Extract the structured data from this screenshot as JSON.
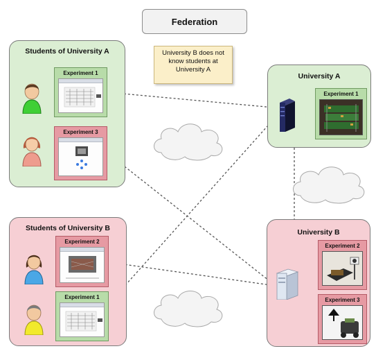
{
  "title": "Federation",
  "note": {
    "lines": [
      "University B does not",
      "know students at",
      "University A"
    ]
  },
  "groups": {
    "students_a": {
      "title": "Students of University A",
      "color": "#dbeed3"
    },
    "students_b": {
      "title": "Students of University B",
      "color": "#f6cfd4"
    },
    "university_a": {
      "title": "University A",
      "color": "#dbeed3"
    },
    "university_b": {
      "title": "University B",
      "color": "#f6cfd4"
    }
  },
  "experiments": {
    "sa_exp1": "Experiment 1",
    "sa_exp3": "Experiment 3",
    "sb_exp2": "Experiment 2",
    "sb_exp1": "Experiment 1",
    "ua_exp1": "Experiment 1",
    "ub_exp2": "Experiment 2",
    "ub_exp3": "Experiment 3"
  },
  "colors": {
    "green_box": "#b8dca9",
    "red_box": "#e69aa3",
    "link_line": "#555555",
    "server_dark": "#1b1f4a",
    "server_light": "#dfe7f2"
  },
  "icons": [
    "person-icon",
    "server-icon",
    "cloud-icon"
  ]
}
